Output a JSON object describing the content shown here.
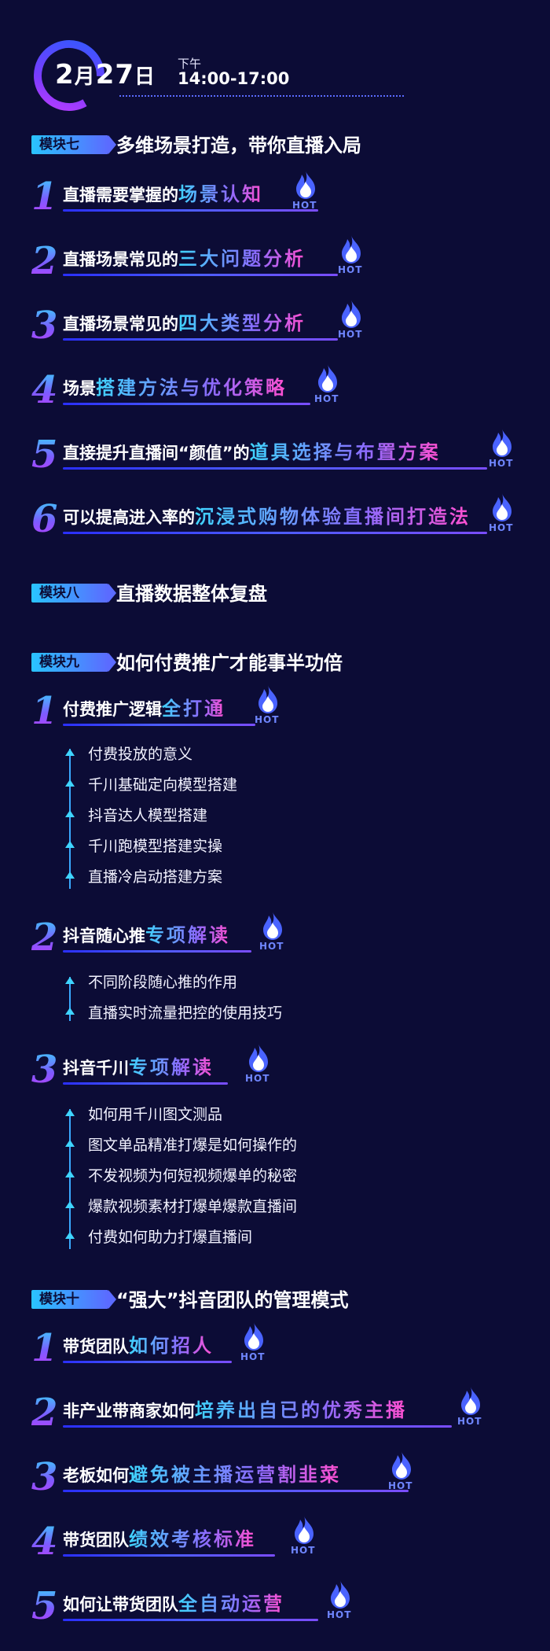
{
  "header": {
    "date_month": "2",
    "date_month_unit": "月",
    "date_day": "27",
    "date_day_unit": "日",
    "period": "下午",
    "time": "14:00-17:00"
  },
  "hot_label": "HOT",
  "modules": [
    {
      "badge": "模块七",
      "title": "多维场景打造，带你直播入局",
      "items": [
        {
          "n": "1",
          "plain": "直播需要掌握的",
          "hl": "场景认知"
        },
        {
          "n": "2",
          "plain": "直播场景常见的",
          "hl": "三大问题分析"
        },
        {
          "n": "3",
          "plain": "直播场景常见的",
          "hl": "四大类型分析"
        },
        {
          "n": "4",
          "plain": "场景",
          "hl": "搭建方法与优化策略"
        },
        {
          "n": "5",
          "plain": "直接提升直播间“颜值”的",
          "hl": "道具选择与布置方案"
        },
        {
          "n": "6",
          "plain": "可以提高进入率的",
          "hl": "沉浸式购物体验直播间打造法"
        }
      ]
    },
    {
      "badge": "模块八",
      "title": "直播数据整体复盘",
      "items": []
    },
    {
      "badge": "模块九",
      "title": "如何付费推广才能事半功倍",
      "items": [
        {
          "n": "1",
          "plain": "付费推广逻辑",
          "hl": "全打通",
          "subs": [
            "付费投放的意义",
            "千川基础定向模型搭建",
            "抖音达人模型搭建",
            "千川跑模型搭建实操",
            "直播冷启动搭建方案"
          ]
        },
        {
          "n": "2",
          "plain": "抖音随心推",
          "hl": "专项解读",
          "subs": [
            "不同阶段随心推的作用",
            "直播实时流量把控的使用技巧"
          ]
        },
        {
          "n": "3",
          "plain": "抖音千川",
          "hl": "专项解读",
          "subs": [
            "如何用千川图文测品",
            "图文单品精准打爆是如何操作的",
            "不发视频为何短视频爆单的秘密",
            "爆款视频素材打爆单爆款直播间",
            "付费如何助力打爆直播间"
          ]
        }
      ]
    },
    {
      "badge": "模块十",
      "title": "“强大”抖音团队的管理模式",
      "items": [
        {
          "n": "1",
          "plain": "带货团队",
          "hl": "如何招人"
        },
        {
          "n": "2",
          "plain": "非产业带商家如何",
          "hl": "培养出自已的优秀主播"
        },
        {
          "n": "3",
          "plain": "老板如何",
          "hl": "避免被主播运营割韭菜"
        },
        {
          "n": "4",
          "plain": "带货团队",
          "hl": "绩效考核标准"
        },
        {
          "n": "5",
          "plain": "如何让带货团队",
          "hl": "全自动运营"
        }
      ]
    }
  ],
  "colors": {
    "background": "#0c0c36",
    "accent_cyan": "#3fd4ff",
    "accent_violet": "#7c5cff",
    "accent_pink": "#ff4fd0",
    "hot_blue": "#6f86ff"
  },
  "icons": {
    "hot": "flame-icon",
    "bullet": "triangle-up-icon"
  }
}
